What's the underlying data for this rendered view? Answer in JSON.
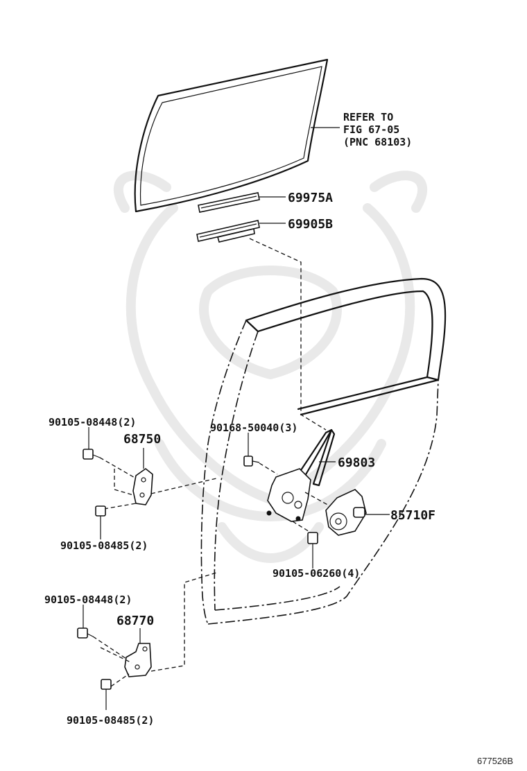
{
  "diagram": {
    "reference_note": [
      "REFER TO",
      "FIG 67-05",
      "(PNC 68103)"
    ],
    "figure_id": "677526B",
    "parts": {
      "p69975A": "69975A",
      "p69905B": "69905B",
      "p68750": "68750",
      "p69803": "69803",
      "p85710F": "85710F",
      "p68770": "68770"
    },
    "fasteners": {
      "f_08448_upper": "90105-08448(2)",
      "f_08485_upper": "90105-08485(2)",
      "f_50040": "90168-50040(3)",
      "f_06260": "90105-06260(4)",
      "f_08448_lower": "90105-08448(2)",
      "f_08485_lower": "90105-08485(2)"
    }
  }
}
